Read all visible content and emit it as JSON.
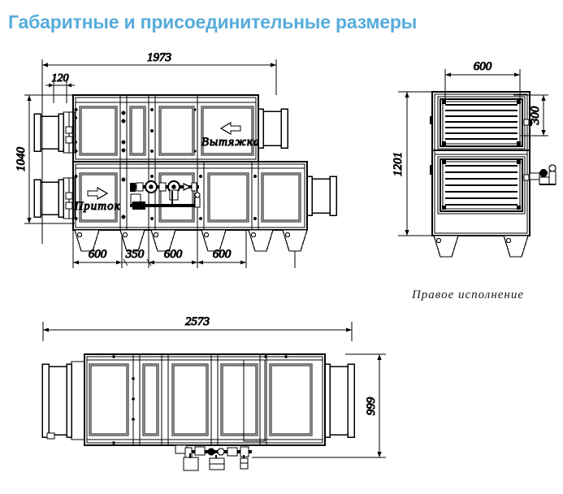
{
  "page": {
    "title": "Габаритные и присоединительные размеры",
    "title_color": "#57ACDB",
    "background": "#ffffff",
    "line_color": "#000000"
  },
  "views": {
    "front": {
      "name": "front-elevation",
      "flow_labels": {
        "exhaust": "Вытяжка",
        "supply": "Приток"
      },
      "dimensions": {
        "overall_length": "1973",
        "inlet_offset": "120",
        "overall_height": "1040",
        "section_widths": [
          "600",
          "350",
          "600",
          "600"
        ]
      }
    },
    "side": {
      "name": "side-elevation",
      "caption": "Правое исполнение",
      "dimensions": {
        "width": "600",
        "height": "1201",
        "louver_height": "300"
      }
    },
    "plan": {
      "name": "plan-view",
      "dimensions": {
        "overall_length": "2573",
        "depth": "999"
      }
    }
  }
}
